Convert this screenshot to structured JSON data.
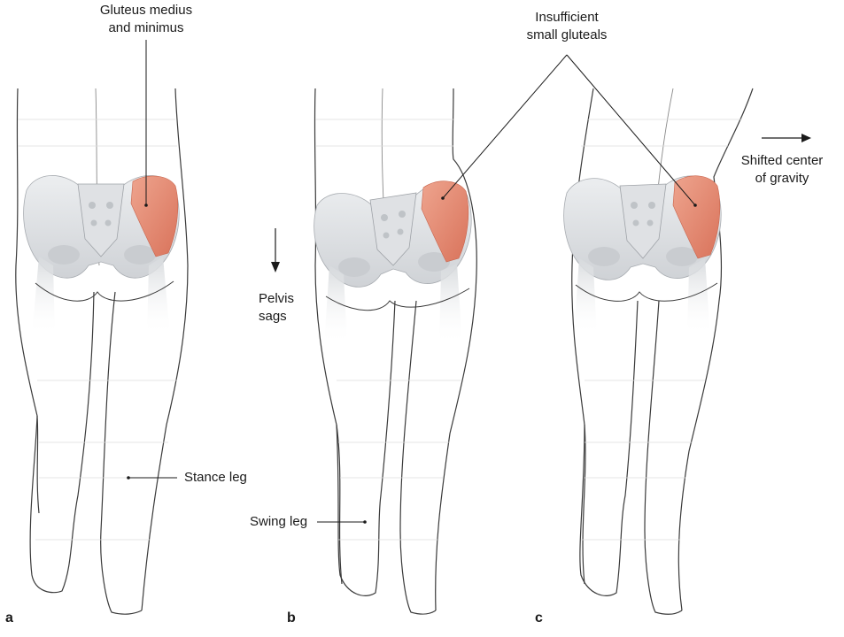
{
  "labels": {
    "gluteus_line1": "Gluteus medius",
    "gluteus_line2": "and minimus",
    "insufficient_line1": "Insufficient",
    "insufficient_line2": "small gluteals",
    "shifted_line1": "Shifted center",
    "shifted_line2": "of gravity",
    "pelvis_line1": "Pelvis",
    "pelvis_line2": "sags",
    "stance_leg": "Stance leg",
    "swing_leg": "Swing leg"
  },
  "panels": [
    "a",
    "b",
    "c"
  ],
  "colors": {
    "outline": "#3a3a3a",
    "bone": "#e4e6e8",
    "bone_shade": "#c9ccd0",
    "muscle": "#e0876f",
    "muscle_light": "#eea48e",
    "skin_line": "#d8d8d8"
  }
}
